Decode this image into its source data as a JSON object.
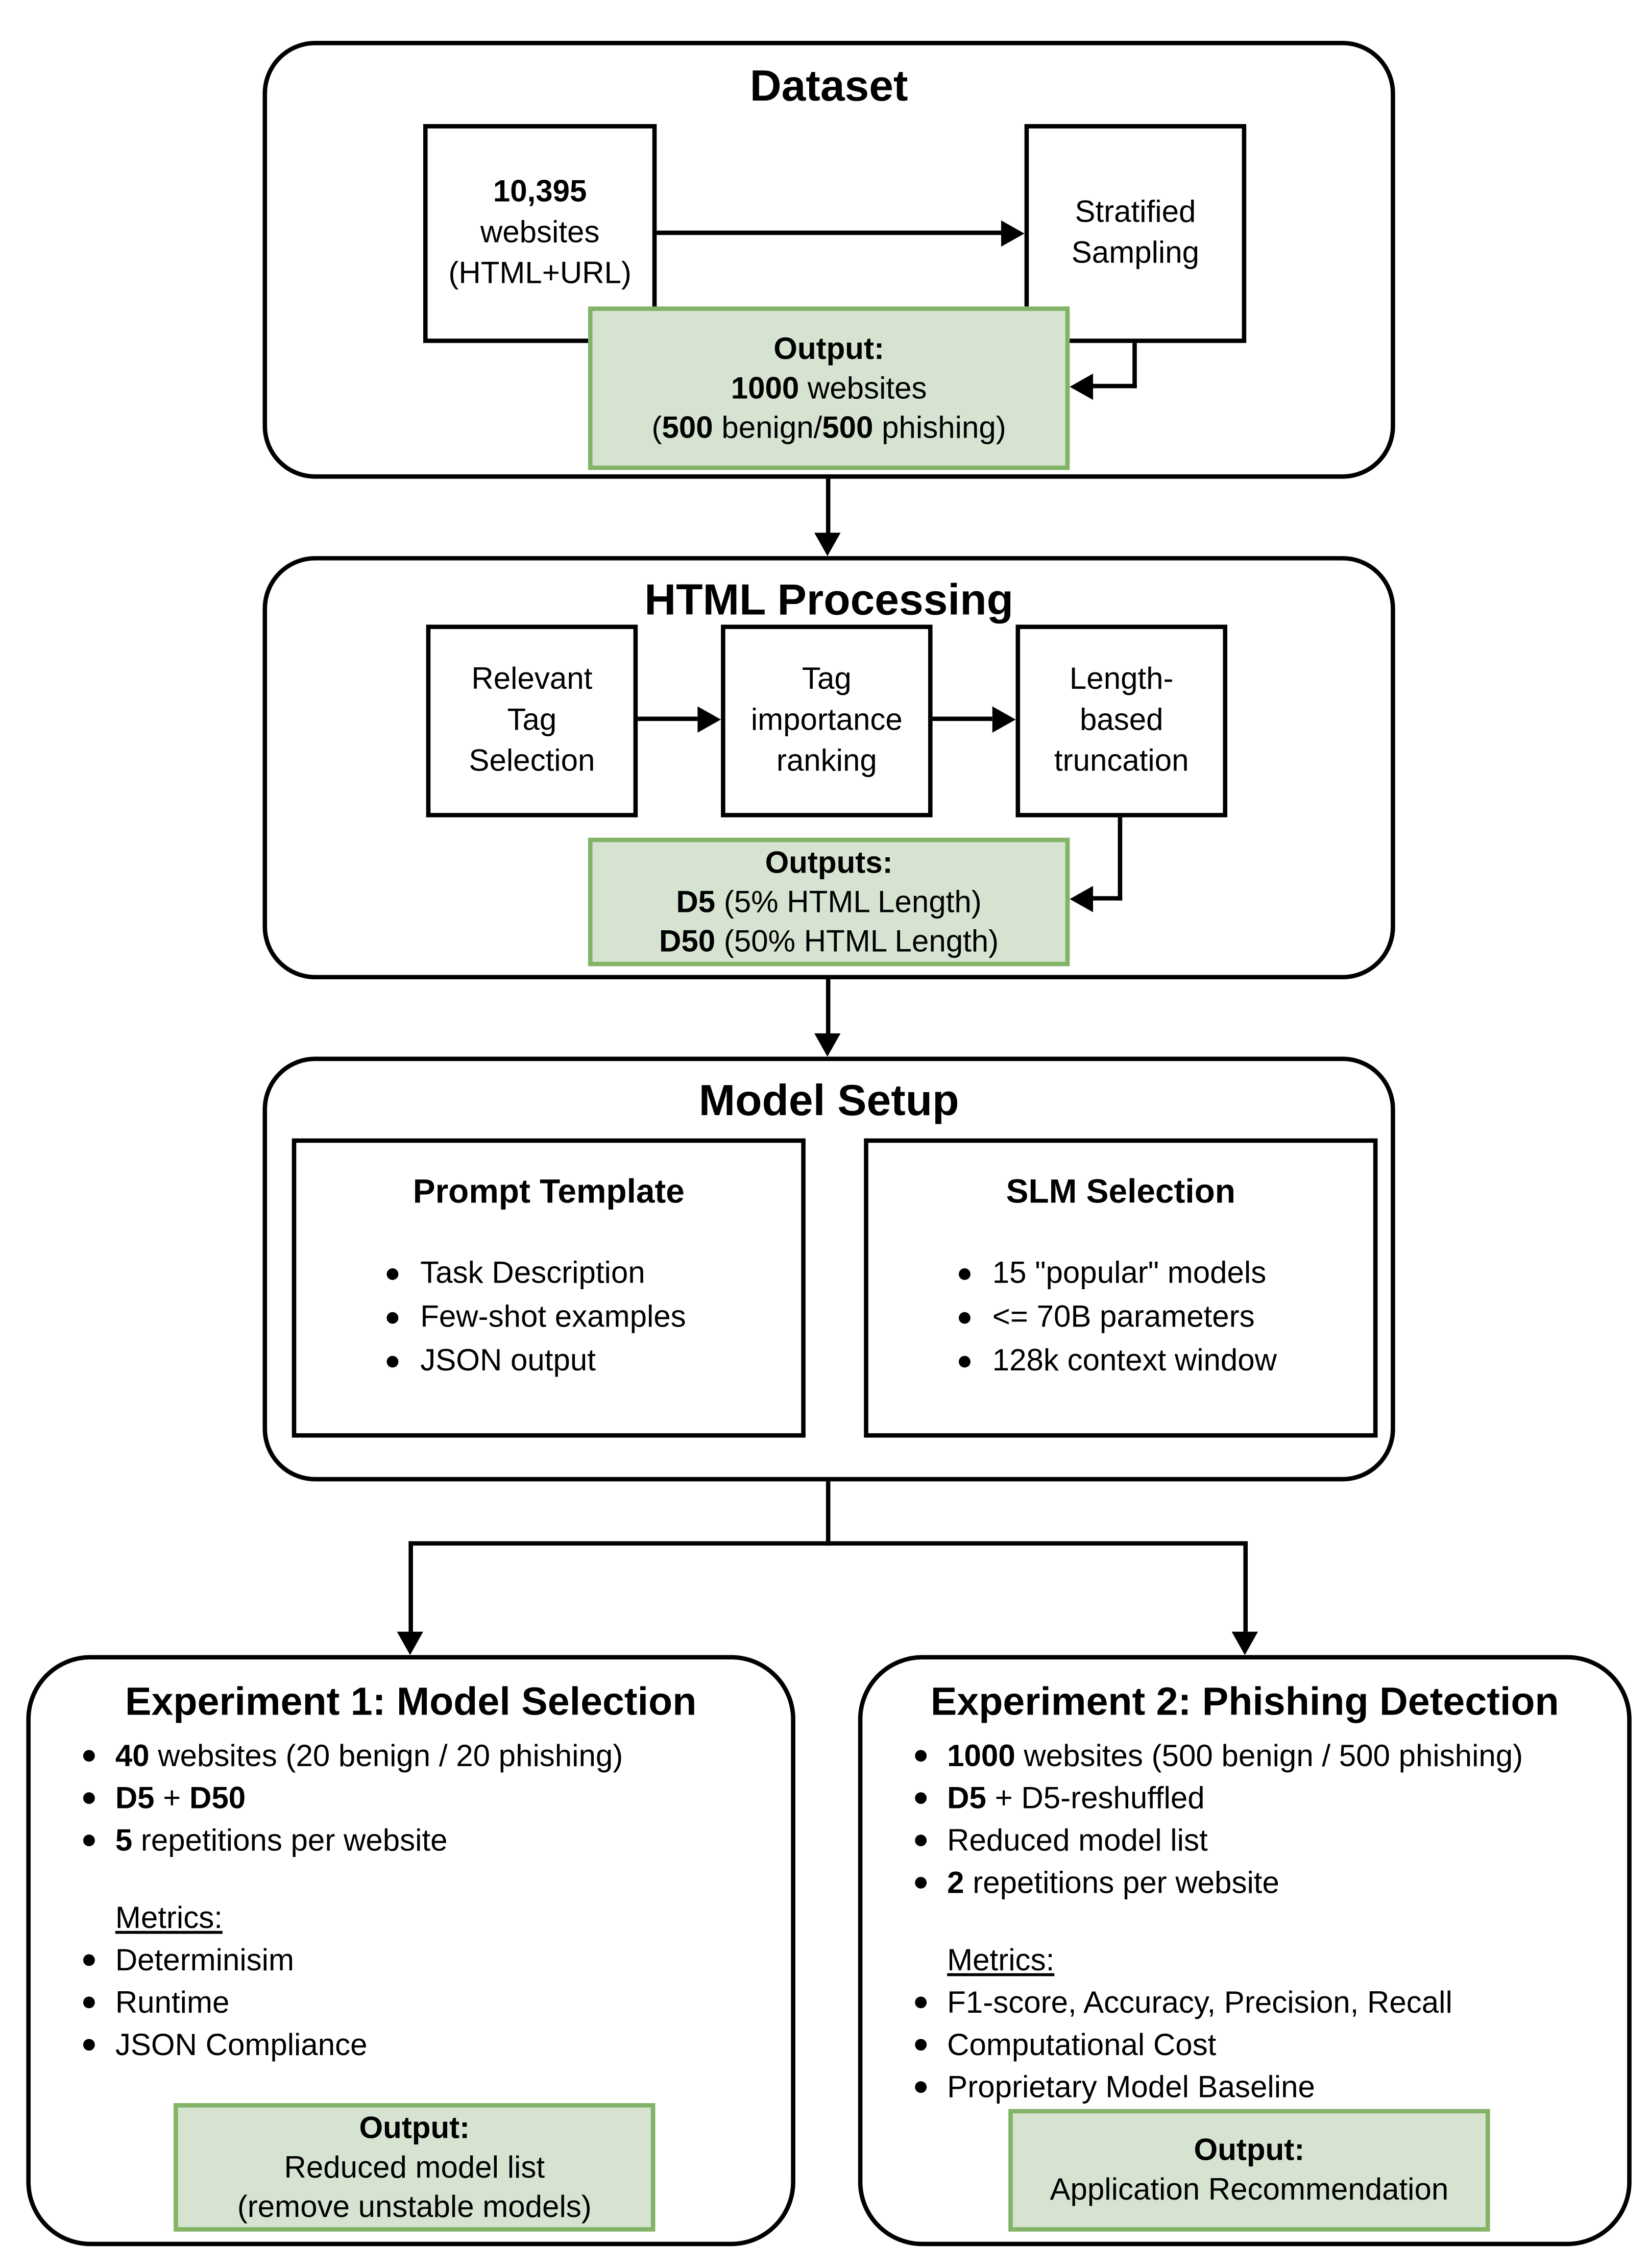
{
  "colors": {
    "output_fill": "#d5e3d0",
    "output_border": "#82b366",
    "line": "#000000"
  },
  "dataset": {
    "title": "Dataset",
    "source": {
      "count": "10,395",
      "line2": "websites",
      "line3": "(HTML+URL)"
    },
    "sampling": {
      "line1": "Stratified",
      "line2": "Sampling"
    },
    "output": {
      "heading": "Output:",
      "count": "1000",
      "count_suffix": " websites",
      "paren_open": "(",
      "benign_count": "500",
      "benign_label": " benign/",
      "phishing_count": "500",
      "phishing_label": " phishing)"
    }
  },
  "html_processing": {
    "title": "HTML Processing",
    "steps": [
      {
        "l1": "Relevant",
        "l2": "Tag",
        "l3": "Selection"
      },
      {
        "l1": "Tag",
        "l2": "importance",
        "l3": "ranking"
      },
      {
        "l1": "Length-",
        "l2": "based",
        "l3": "truncation"
      }
    ],
    "output": {
      "heading": "Outputs:",
      "d5": "D5",
      "d5_desc": " (5% HTML Length)",
      "d50": "D50",
      "d50_desc": " (50% HTML Length)"
    }
  },
  "model_setup": {
    "title": "Model Setup",
    "prompt_template": {
      "heading": "Prompt Template",
      "items": [
        "Task Description",
        "Few-shot examples",
        "JSON output"
      ]
    },
    "slm_selection": {
      "heading": "SLM Selection",
      "items": [
        "15 \"popular\" models",
        "<= 70B parameters",
        "128k context window"
      ]
    }
  },
  "experiment1": {
    "title": "Experiment 1: Model Selection",
    "bullets": [
      {
        "bold": "40",
        "text": " websites (20 benign / 20 phishing)"
      },
      {
        "bold": "D5",
        "text": " + ",
        "bold2": "D50"
      },
      {
        "bold": "5",
        "text": " repetitions per website"
      }
    ],
    "metrics_label": "Metrics:",
    "metrics": [
      "Determinisim",
      "Runtime",
      "JSON Compliance"
    ],
    "output": {
      "heading": "Output:",
      "line1": "Reduced model list",
      "line2": "(remove unstable models)"
    }
  },
  "experiment2": {
    "title": "Experiment 2: Phishing Detection",
    "bullets": [
      {
        "bold": "1000",
        "text": " websites (500 benign / 500 phishing)"
      },
      {
        "bold": "D5",
        "text": " + D5-reshuffled"
      },
      {
        "bold": "",
        "text": "Reduced model list"
      },
      {
        "bold": "2",
        "text": " repetitions per website"
      }
    ],
    "metrics_label": "Metrics:",
    "metrics": [
      "F1-score, Accuracy, Precision, Recall",
      "Computational Cost",
      "Proprietary Model Baseline"
    ],
    "output": {
      "heading": "Output:",
      "line1": "Application Recommendation"
    }
  }
}
